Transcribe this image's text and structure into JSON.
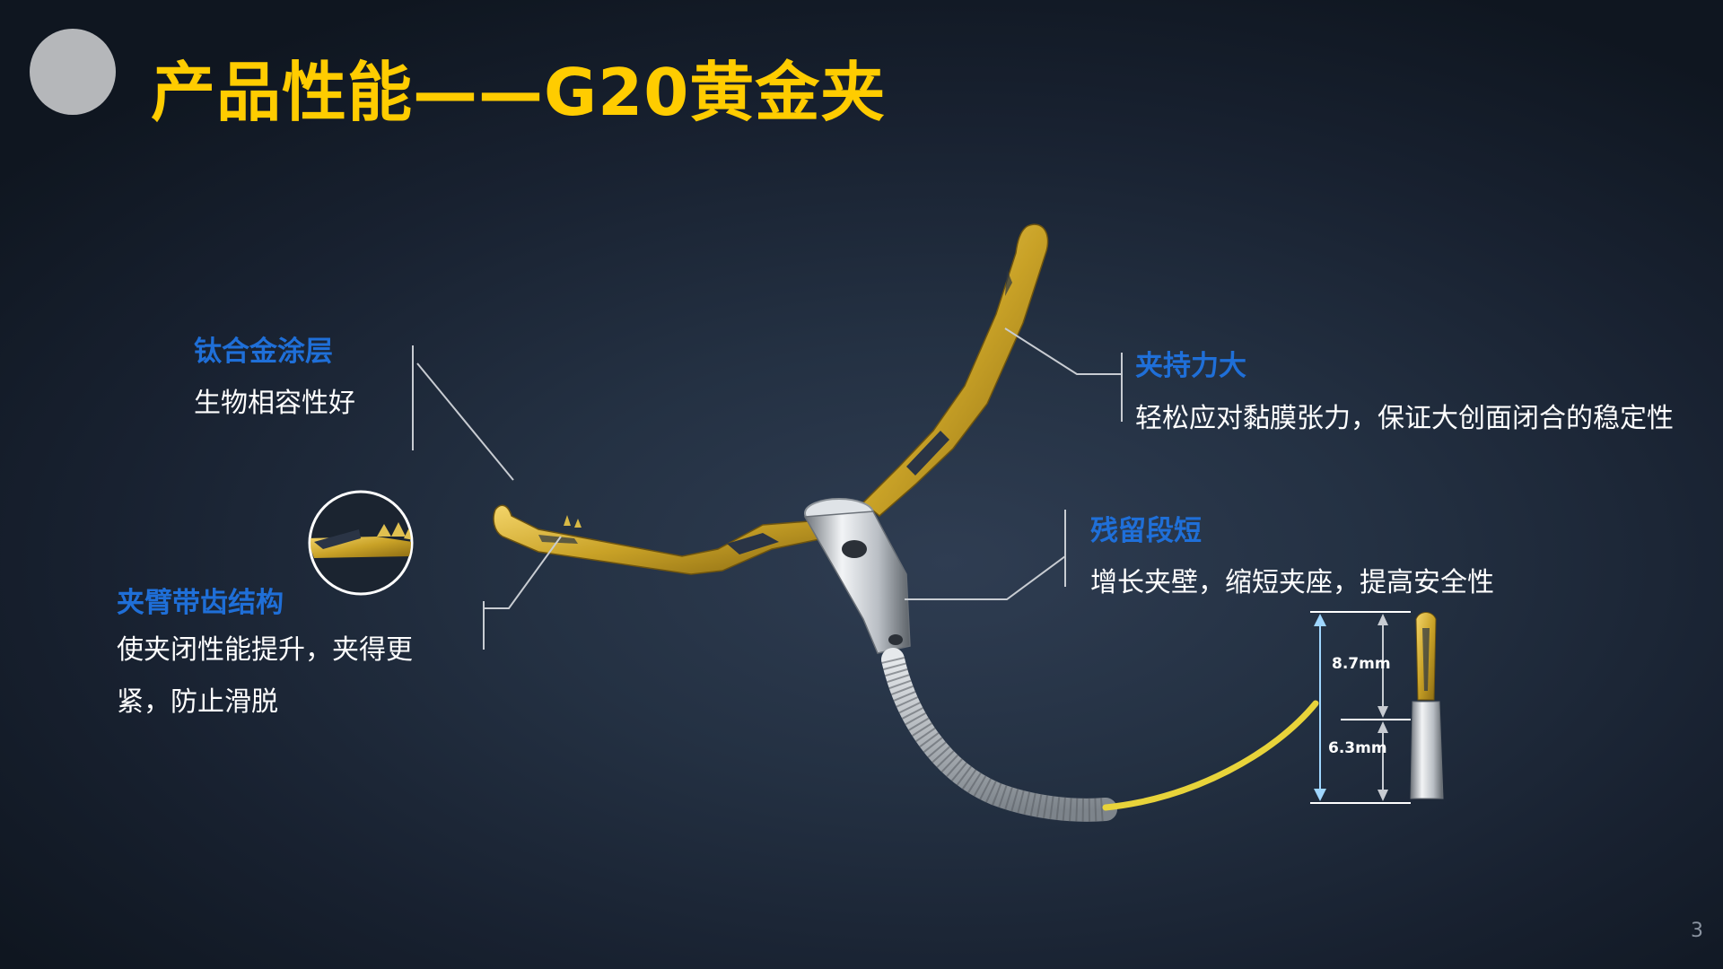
{
  "header": {
    "title": "产品性能——G20黄金夹"
  },
  "callouts": {
    "coating": {
      "label": "钛合金涂层",
      "desc": "生物相容性好"
    },
    "teeth": {
      "label": "夹臂带齿结构",
      "desc": "使夹闭性能提升，夹得更紧，防止滑脱"
    },
    "grip": {
      "label": "夹持力大",
      "desc": "轻松应对黏膜张力，保证大创面闭合的稳定性"
    },
    "residual": {
      "label": "残留段短",
      "desc": "增长夹壁，缩短夹座，提高安全性"
    }
  },
  "dimensions": {
    "upper": "8.7mm",
    "lower": "6.3mm"
  },
  "footer": {
    "page_number": "3"
  },
  "colors": {
    "title": "#ffcc00",
    "label": "#1f6fd8",
    "gold": "#c9a227",
    "cable": "#e8d33a"
  }
}
